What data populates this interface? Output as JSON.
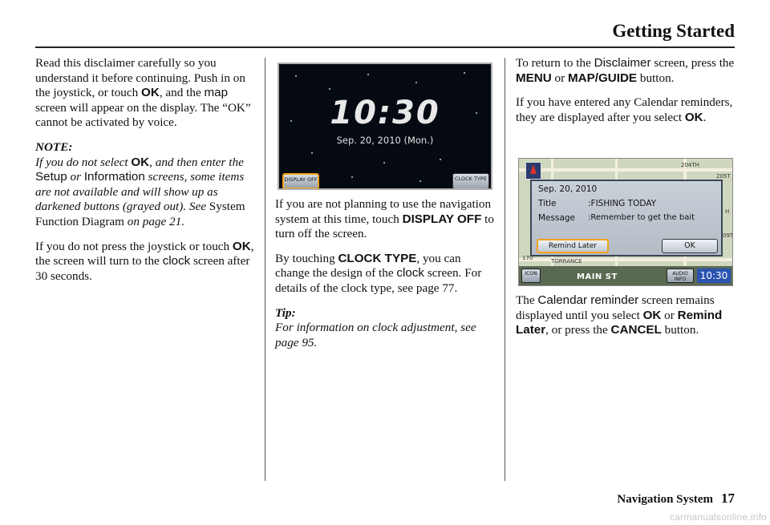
{
  "header": {
    "title": "Getting Started"
  },
  "footer": {
    "section": "Navigation System",
    "page_number": "17"
  },
  "watermark": "carmanualsonline.info",
  "col1": {
    "p1": {
      "t1": "Read this disclaimer carefully so you understand it before continuing. Push in on the joystick, or touch ",
      "ok": "OK",
      "t2": ", and the ",
      "map": "map",
      "t3": " screen will appear on the display. The “OK” cannot be activated by voice."
    },
    "note_label": "NOTE:",
    "note": {
      "t1": "If you do not select ",
      "ok": "OK",
      "t2": ", and then enter the ",
      "setup": "Setup",
      "t3": " or ",
      "info": "Information",
      "t4": " screens, some items are not available and will show up as darkened buttons (grayed out). See ",
      "sfd": "System Function Diagram",
      "t5": " on page 21."
    },
    "p2": {
      "t1": "If you do not press the joystick or touch ",
      "ok": "OK",
      "t2": ", the screen will turn to the ",
      "clock": "clock",
      "t3": " screen after 30 seconds."
    }
  },
  "col2": {
    "p1": {
      "t1": "If you are not planning to use the navigation system at this time, touch ",
      "display_off": "DISPLAY OFF",
      "t2": " to turn off the screen."
    },
    "p2": {
      "t1": "By touching ",
      "clock_type": "CLOCK TYPE",
      "t2": ", you can change the design of the ",
      "clock": "clock",
      "t3": " screen. For details of the clock type, see page 77."
    },
    "tip_label": "Tip:",
    "tip": "For information on clock adjustment, see page 95."
  },
  "col3": {
    "p1": {
      "t1": "To return to the ",
      "disclaimer": "Disclaimer",
      "t2": " screen, press the ",
      "menu": "MENU",
      "t3": " or ",
      "map_guide": "MAP/GUIDE",
      "t4": " button."
    },
    "p2": {
      "t1": "If you have entered any Calendar reminders, they are displayed after you select ",
      "ok": "OK",
      "t2": "."
    },
    "p3": {
      "t1": "The ",
      "cal_rem": "Calendar reminder",
      "t2": " screen remains displayed until you select ",
      "ok": "OK",
      "t3": " or ",
      "remind_later": "Remind Later",
      "t4": ", or press the ",
      "cancel": "CANCEL",
      "t5": " button."
    }
  },
  "clock_screen": {
    "time": "10:30",
    "date": "Sep. 20, 2010 (Mon.)",
    "display_off_btn": "DISPLAY OFF",
    "clock_type_btn": "CLOCK TYPE"
  },
  "calendar_screen": {
    "date": "Sep. 20, 2010",
    "title_label": "Title",
    "title_value": ":FISHING TODAY",
    "message_label": "Message",
    "message_value": ":Remember to get the bait",
    "remind_later_btn": "Remind Later",
    "ok_btn": "OK",
    "icon_btn": "ICON",
    "street": "MAIN ST",
    "audio_info_btn": "AUDIO INFO",
    "time": "10:30",
    "map_labels": [
      "204TH",
      "205T",
      "H",
      "09T",
      "TORRANCE",
      "170"
    ]
  }
}
